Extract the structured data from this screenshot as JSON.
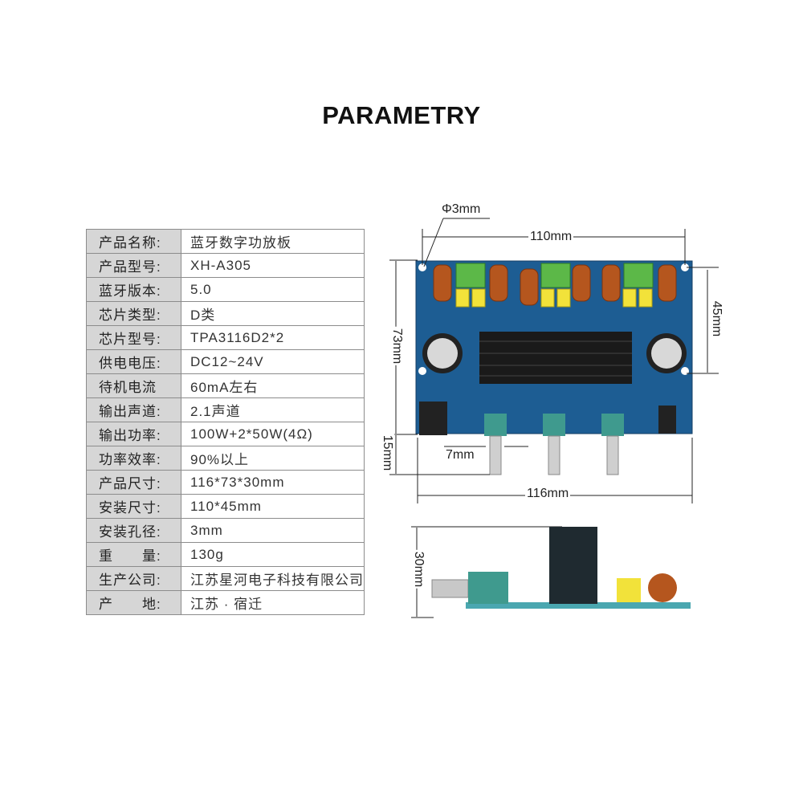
{
  "title": "PARAMETRY",
  "specs": [
    {
      "label": "产品名称:",
      "value": "蓝牙数字功放板"
    },
    {
      "label": "产品型号:",
      "value": "XH-A305"
    },
    {
      "label": "蓝牙版本:",
      "value": "5.0"
    },
    {
      "label": "芯片类型:",
      "value": "D类"
    },
    {
      "label": "芯片型号:",
      "value": "TPA3116D2*2"
    },
    {
      "label": "供电电压:",
      "value": "DC12~24V"
    },
    {
      "label": "待机电流",
      "value": "60mA左右"
    },
    {
      "label": "输出声道:",
      "value": "2.1声道"
    },
    {
      "label": "输出功率:",
      "value": "100W+2*50W(4Ω)"
    },
    {
      "label": "功率效率:",
      "value": "90%以上"
    },
    {
      "label": "产品尺寸:",
      "value": "116*73*30mm"
    },
    {
      "label": "安装尺寸:",
      "value": "110*45mm"
    },
    {
      "label": "安装孔径:",
      "value": "3mm"
    },
    {
      "label": "重　　量:",
      "value": "130g"
    },
    {
      "label": "生产公司:",
      "value": "江苏星河电子科技有限公司"
    },
    {
      "label": "产　　地:",
      "value": "江苏 · 宿迁"
    }
  ],
  "dimensions": {
    "hole": "Φ3mm",
    "mount_width": "110mm",
    "mount_height": "45mm",
    "board_height": "73mm",
    "knob_length": "15mm",
    "knob_diameter": "7mm",
    "board_width": "116mm",
    "side_height": "30mm"
  },
  "colors": {
    "pcb": "#1d5d93",
    "heatsink": "#1a1a1a",
    "terminal": "#5cb848",
    "cap": "#f2e23a",
    "coil": "#b5561e"
  }
}
